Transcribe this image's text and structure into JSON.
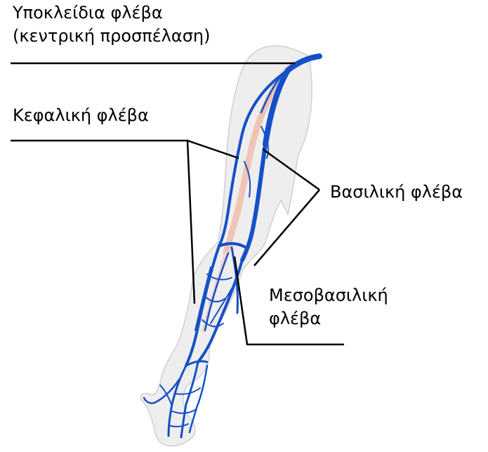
{
  "labels": {
    "subclavian": {
      "line1": "Υποκλείδια φλέβα",
      "line2": "(κεντρική προσπέλαση)"
    },
    "cephalic": "Κεφαλική φλέβα",
    "basilic": "Βασιλική φλέβα",
    "median_basilic": {
      "line1": "Μεσοβασιλική",
      "line2": "φλέβα"
    }
  },
  "colors": {
    "vein": "#1550c8",
    "skin": "#eeeeee",
    "skin_outline": "#cfcfcf",
    "artery": "#f0c4b4",
    "leader_line": "#000000"
  }
}
